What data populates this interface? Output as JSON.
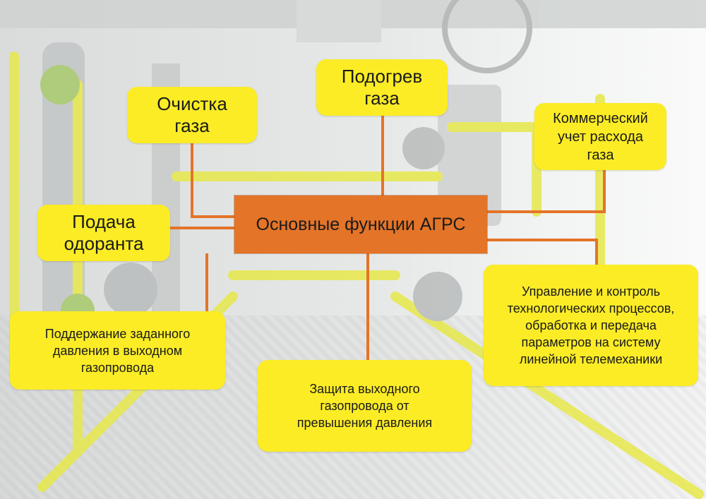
{
  "center": {
    "label": "Основные функции АГРС"
  },
  "functions": {
    "cleaning": "Очистка\nгаза",
    "heating": "Подогрев\nгаза",
    "metering": "Коммерческий\nучет расхода\nгаза",
    "odorant": "Подача\nодоранта",
    "pressure": "Поддержание заданного\nдавления в выходном\nгазопровода",
    "control": "Управление и контроль\nтехнологических процессов,\nобработка и передача\nпараметров на систему\nлинейной телемеханики",
    "protection": "Защита выходного\nгазопровода от\nпревышения давления"
  },
  "colors": {
    "box": "#fbec26",
    "center": "#e47428",
    "connector": "#e47428",
    "pipes": "#e7e84a"
  }
}
